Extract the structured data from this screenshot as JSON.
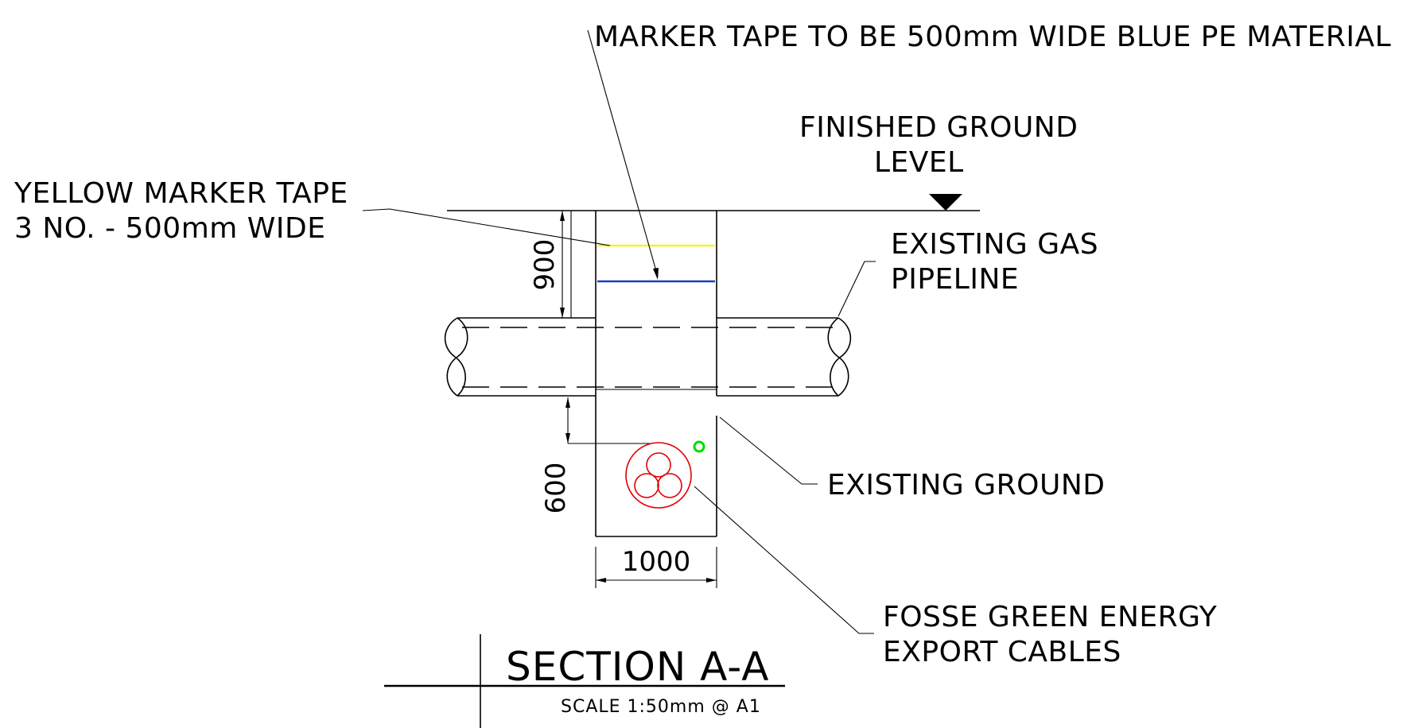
{
  "labels": {
    "blue_tape": "MARKER TAPE TO BE 500mm WIDE BLUE PE MATERIAL",
    "finished_ground_line1": "FINISHED GROUND",
    "finished_ground_line2": "LEVEL",
    "yellow_tape_line1": "YELLOW MARKER TAPE",
    "yellow_tape_line2": "3 NO. - 500mm WIDE",
    "gas_pipeline_line1": "EXISTING GAS",
    "gas_pipeline_line2": "PIPELINE",
    "existing_ground": "EXISTING GROUND",
    "cables_line1": "FOSSE GREEN ENERGY",
    "cables_line2": "EXPORT CABLES"
  },
  "dimensions": {
    "cover_depth": "900",
    "below_pipe_depth": "600",
    "trench_width": "1000"
  },
  "title_block": {
    "title": "SECTION A-A",
    "scale": "SCALE 1:50mm @ A1"
  },
  "colors": {
    "yellow_tape": "#f5f500",
    "blue_tape": "#1f3fbf",
    "cables": "#e00000",
    "marker_circle": "#00dd00"
  }
}
